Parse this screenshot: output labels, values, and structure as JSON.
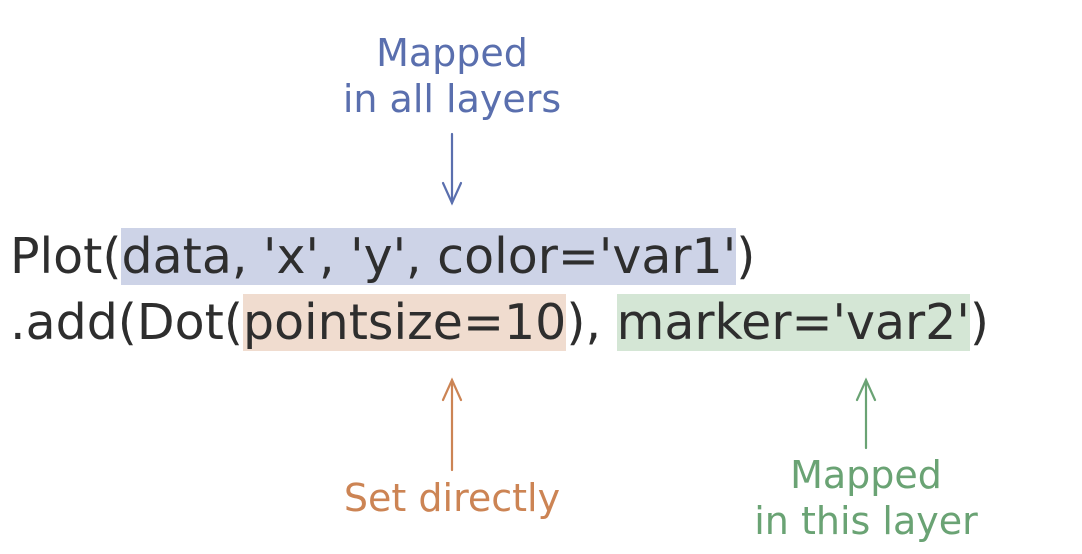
{
  "annotations": {
    "mapped_all": {
      "line1": "Mapped",
      "line2": "in all layers",
      "color": "#5a6fae"
    },
    "set_directly": {
      "line1": "Set directly",
      "color": "#cc8454"
    },
    "mapped_layer": {
      "line1": "Mapped",
      "line2": "in this layer",
      "color": "#6aa374"
    }
  },
  "code": {
    "line1": {
      "prefix": "Plot(",
      "highlight": "data, 'x', 'y', color='var1'",
      "suffix": ")"
    },
    "line2": {
      "prefix": ".add(Dot(",
      "highlight1": "pointsize=10",
      "middle": "), ",
      "highlight2": "marker='var2'",
      "suffix": ")"
    }
  },
  "colors": {
    "text": "#2e2e2e",
    "blue_highlight": "#cdd3e7",
    "orange_highlight": "#f0dccf",
    "green_highlight": "#d4e6d5"
  }
}
